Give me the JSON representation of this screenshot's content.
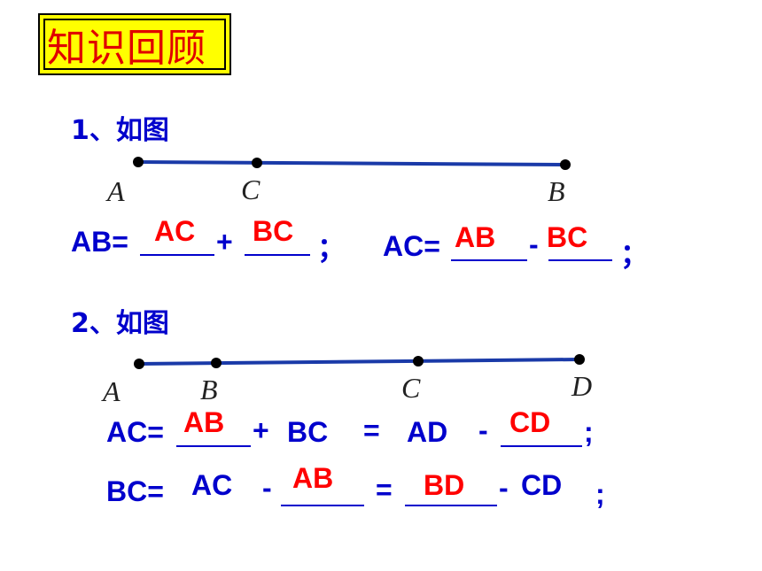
{
  "title": "知识回顾",
  "q1": {
    "heading": "1、如图",
    "points": [
      "A",
      "C",
      "B"
    ],
    "eq1": {
      "lhs": "AB=",
      "op": "+",
      "end": "；",
      "answers": [
        "AC",
        "BC"
      ]
    },
    "eq2": {
      "lhs": "AC=",
      "op": "-",
      "end": "；",
      "answers": [
        "AB",
        "BC"
      ]
    }
  },
  "q2": {
    "heading": "2、如图",
    "points": [
      "A",
      "B",
      "C",
      "D"
    ],
    "eq1": {
      "lhs": "AC=",
      "op1": "+",
      "term1": "BC",
      "eqsign": "=",
      "term2": "AD",
      "op2": "-",
      "end": ";",
      "answers": [
        "AB",
        "CD"
      ]
    },
    "eq2": {
      "lhs": "BC=",
      "term1": "AC",
      "op1": "-",
      "eqsign": "=",
      "op2": "-",
      "term2": "CD",
      "end": ";",
      "answers": [
        "AB",
        "BD"
      ]
    }
  },
  "colors": {
    "text": "#0000cc",
    "answer": "#ff0000",
    "title": "#e00000",
    "title_bg": "#ffff00",
    "line": "#1a3aa8"
  }
}
